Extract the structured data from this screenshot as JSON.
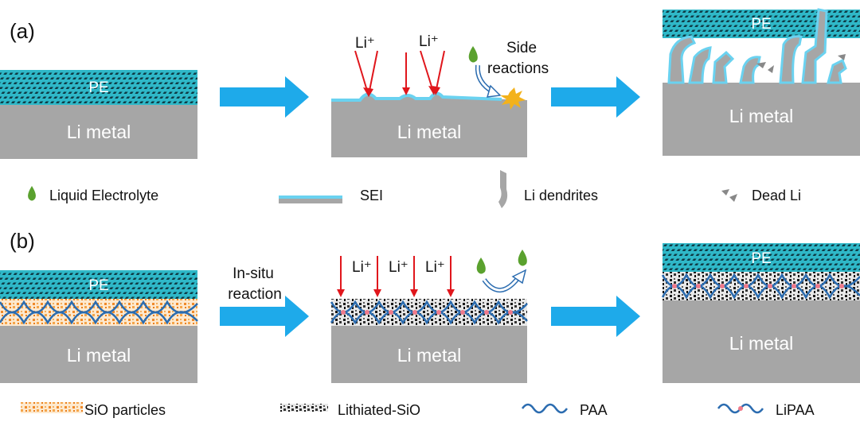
{
  "panel_a": {
    "tag": "(a)",
    "pe_label": "PE",
    "metal_label": "Li metal",
    "li_ion_label": "Li⁺",
    "side_reactions_line1": "Side",
    "side_reactions_line2": "reactions"
  },
  "panel_b": {
    "tag": "(b)",
    "pe_label": "PE",
    "metal_label": "Li metal",
    "li_ion_label": "Li⁺",
    "arrow_label_line1": "In-situ",
    "arrow_label_line2": "reaction"
  },
  "legend_a": {
    "liquid_electrolyte": "Liquid Electrolyte",
    "sei": "SEI",
    "li_dendrites": "Li dendrites",
    "dead_li": "Dead Li"
  },
  "legend_b": {
    "sio_particles": "SiO particles",
    "lithiated_sio": "Lithiated-SiO",
    "paa": "PAA",
    "lipaa": "LiPAA"
  },
  "colors": {
    "metal": "#a6a6a6",
    "pe": "#2fb8c8",
    "arrow": "#1eaaea",
    "sei": "#6ad2f0",
    "li_ion_arrow": "#e0161c",
    "electrolyte_drop": "#5aa12e",
    "sio": "#f2a24a",
    "polymer": "#2b6cb0",
    "side_reaction_burst": "#f3b21b"
  }
}
